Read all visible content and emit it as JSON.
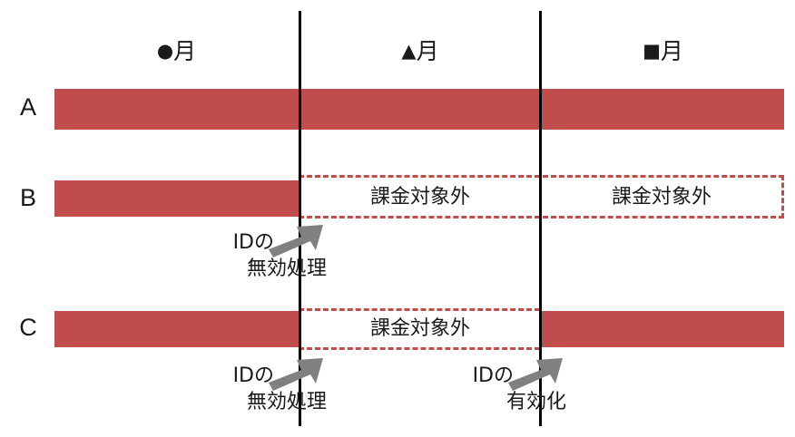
{
  "chart_data": {
    "type": "table",
    "title": "",
    "xlabel": "",
    "ylabel": "",
    "categories": [
      "●月",
      "▲月",
      "■月"
    ],
    "rows": [
      "A",
      "B",
      "C"
    ],
    "legend_position": "none",
    "grid": false,
    "series": [
      {
        "name": "A",
        "values": [
          "billable",
          "billable",
          "billable"
        ]
      },
      {
        "name": "B",
        "values": [
          "billable",
          "non-billable",
          "non-billable"
        ]
      },
      {
        "name": "C",
        "values": [
          "billable",
          "non-billable",
          "billable"
        ]
      }
    ],
    "annotations": [
      {
        "row": "B",
        "boundary": "●月/▲月",
        "text": "IDの無効処理"
      },
      {
        "row": "C",
        "boundary": "●月/▲月",
        "text": "IDの無効処理"
      },
      {
        "row": "C",
        "boundary": "▲月/■月",
        "text": "IDの有効化"
      }
    ]
  },
  "colors": {
    "bar_red": "#c04c4c",
    "dashed_red": "#c04c4c",
    "divider_black": "#000000",
    "arrow_gray": "#808080",
    "text_black": "#1a1a1a",
    "background": "#ffffff"
  },
  "headers": {
    "months": [
      {
        "glyph": "●",
        "label": "月",
        "full": "●月"
      },
      {
        "glyph": "▲",
        "label": "月",
        "full": "▲月"
      },
      {
        "glyph": "■",
        "label": "月",
        "full": "■月"
      }
    ]
  },
  "rows": {
    "a": {
      "label": "A"
    },
    "b": {
      "label": "B",
      "nonbillable_1": "課金対象外",
      "nonbillable_2": "課金対象外"
    },
    "c": {
      "label": "C",
      "nonbillable_1": "課金対象外"
    }
  },
  "annotations": {
    "b_disable": {
      "line1": "IDの",
      "line2": "無効処理"
    },
    "c_disable": {
      "line1": "IDの",
      "line2": "無効処理"
    },
    "c_enable": {
      "line1": "IDの",
      "line2": "有効化"
    }
  }
}
